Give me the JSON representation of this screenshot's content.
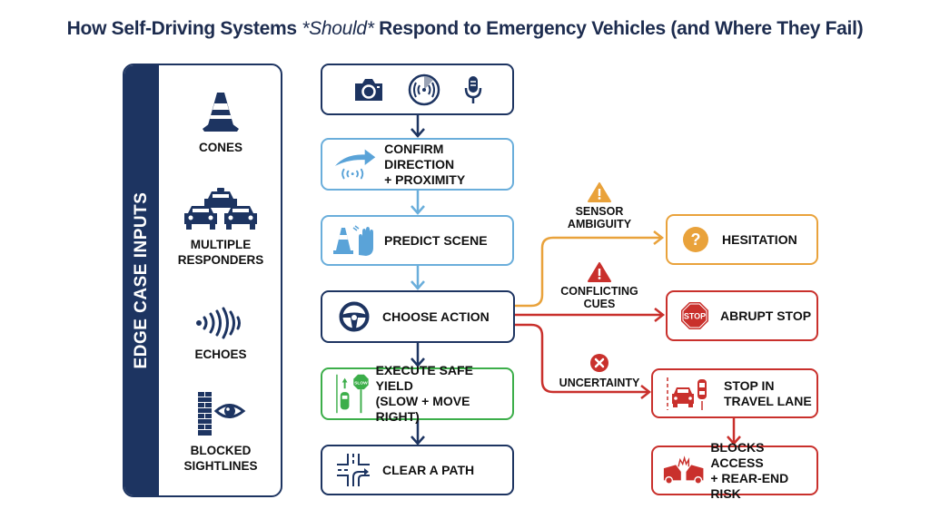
{
  "title": {
    "prefix": "How Self-Driving Systems ",
    "emphasis": "*Should*",
    "suffix": " Respond to Emergency Vehicles (and Where They Fail)"
  },
  "edge_case_panel": {
    "label": "EDGE CASE INPUTS",
    "items": [
      {
        "icon": "traffic-cone-icon",
        "label_line1": "CONES",
        "label_line2": ""
      },
      {
        "icon": "multiple-cars-icon",
        "label_line1": "MULTIPLE",
        "label_line2": "RESPONDERS"
      },
      {
        "icon": "sound-waves-icon",
        "label_line1": "ECHOES",
        "label_line2": ""
      },
      {
        "icon": "wall-eye-icon",
        "label_line1": "BLOCKED",
        "label_line2": "SIGHTLINES"
      }
    ]
  },
  "sensors": [
    "camera-icon",
    "radar-icon",
    "microphone-icon"
  ],
  "flow_steps": [
    {
      "id": "confirm",
      "line1": "CONFIRM DIRECTION",
      "line2": "+ PROXIMITY",
      "icon": "direction-signal-icon"
    },
    {
      "id": "predict",
      "line1": "PREDICT SCENE",
      "line2": "",
      "icon": "cone-hand-icon"
    },
    {
      "id": "choose",
      "line1": "CHOOSE ACTION",
      "line2": "",
      "icon": "steering-wheel-icon"
    },
    {
      "id": "yield",
      "line1": "EXECUTE SAFE YIELD",
      "line2": "(SLOW + MOVE RIGHT)",
      "icon": "slow-sign-lane-icon",
      "sign_text": "SLOW"
    },
    {
      "id": "clear",
      "line1": "CLEAR A PATH",
      "line2": "",
      "icon": "intersection-icon"
    }
  ],
  "failure_branches": [
    {
      "trigger_line1": "SENSOR",
      "trigger_line2": "AMBIGUITY",
      "trigger_icon": "warning-triangle-icon",
      "outcome": "HESITATION",
      "outcome_icon": "question-icon",
      "color": "#e9a23b"
    },
    {
      "trigger_line1": "CONFLICTING",
      "trigger_line2": "CUES",
      "trigger_icon": "warning-triangle-icon",
      "outcome": "ABRUPT STOP",
      "outcome_icon": "stop-sign-icon",
      "sign_text": "STOP",
      "color": "#c9302c"
    },
    {
      "trigger_line1": "UNCERTAINTY",
      "trigger_line2": "",
      "trigger_icon": "x-circle-icon",
      "outcome_line1": "STOP IN",
      "outcome_line2": "TRAVEL LANE",
      "outcome_icon": "stopped-cars-icon",
      "color": "#c9302c"
    }
  ],
  "consequence": {
    "line1": "BLOCKS ACCESS",
    "line2": "+ REAR-END RISK",
    "icon": "collision-icon"
  },
  "colors": {
    "navy": "#1d3461",
    "light_blue": "#6aaedb",
    "green": "#3cae4a",
    "orange": "#e9a23b",
    "red": "#c9302c"
  }
}
